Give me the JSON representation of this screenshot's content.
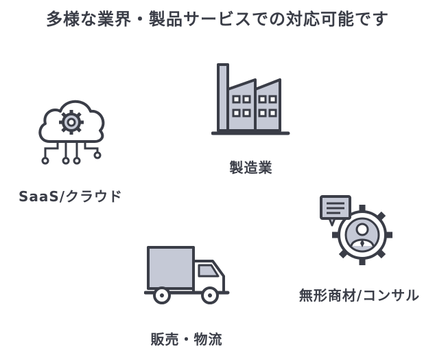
{
  "title": "多様な業界・製品サービスでの対応可能です",
  "industries": [
    {
      "label": "製造業",
      "icon": "factory-icon"
    },
    {
      "label": "SaaS/クラウド",
      "icon": "cloud-gear-icon"
    },
    {
      "label": "無形商材/コンサル",
      "icon": "consultant-gear-icon"
    },
    {
      "label": "販売・物流",
      "icon": "delivery-truck-icon"
    }
  ],
  "colors": {
    "stroke": "#3a3d47",
    "fill": "#c5c9d6",
    "background": "#ffffff"
  }
}
